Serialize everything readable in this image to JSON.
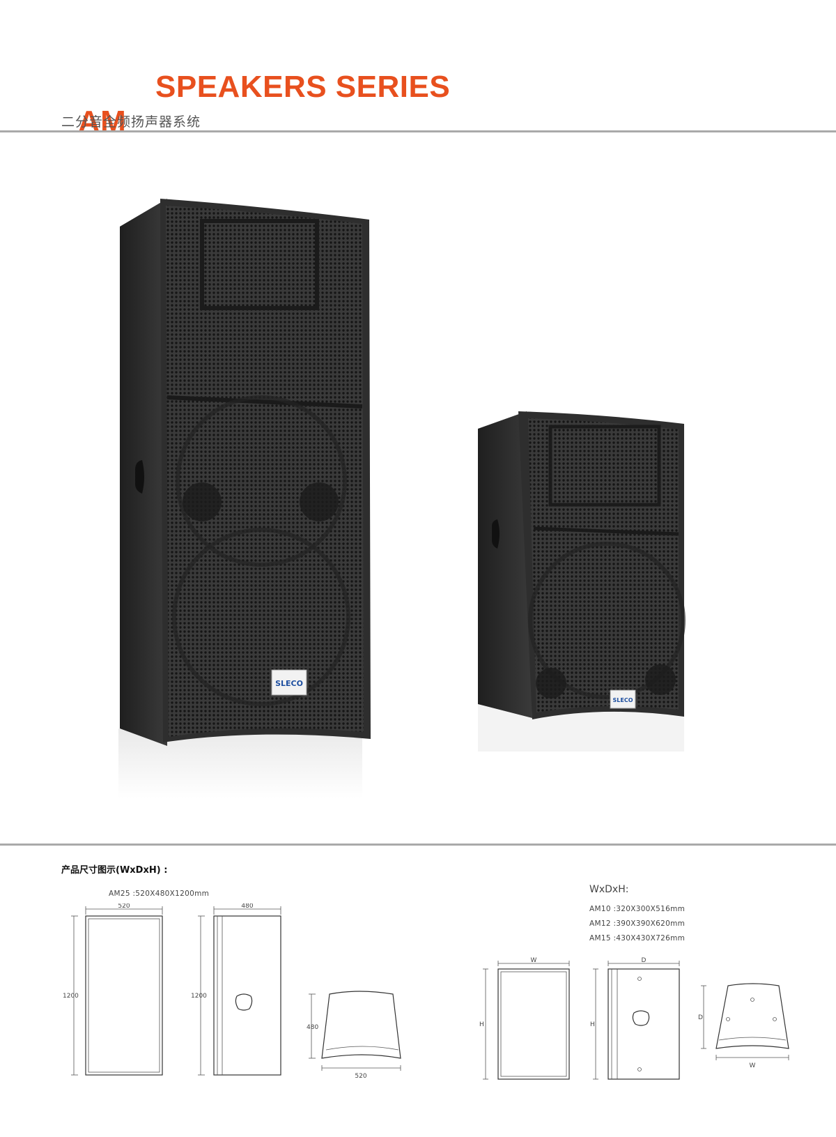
{
  "header": {
    "title_part1": "AM",
    "title_part2": "SPEAKERS SERIES",
    "subtitle": "二分音全频扬声器系统"
  },
  "products": {
    "large_logo": "SLECO",
    "small_logo": "SLECO"
  },
  "specs": {
    "heading": "产品尺寸图示(WxDxH) :",
    "am25_line": "AM25 :520X480X1200mm",
    "am25_dims": {
      "width": "520",
      "depth": "480",
      "height": "1200"
    },
    "right_heading": "WxDxH:",
    "right_lines": [
      "AM10 :320X300X516mm",
      "AM12 :390X390X620mm",
      "AM15 :430X430X726mm"
    ],
    "right_dims": {
      "width": "W",
      "depth": "D",
      "height": "H"
    }
  },
  "colors": {
    "accent": "#e8501e",
    "rule": "#a9a9a9",
    "cabinet": "#2b2b2b"
  }
}
